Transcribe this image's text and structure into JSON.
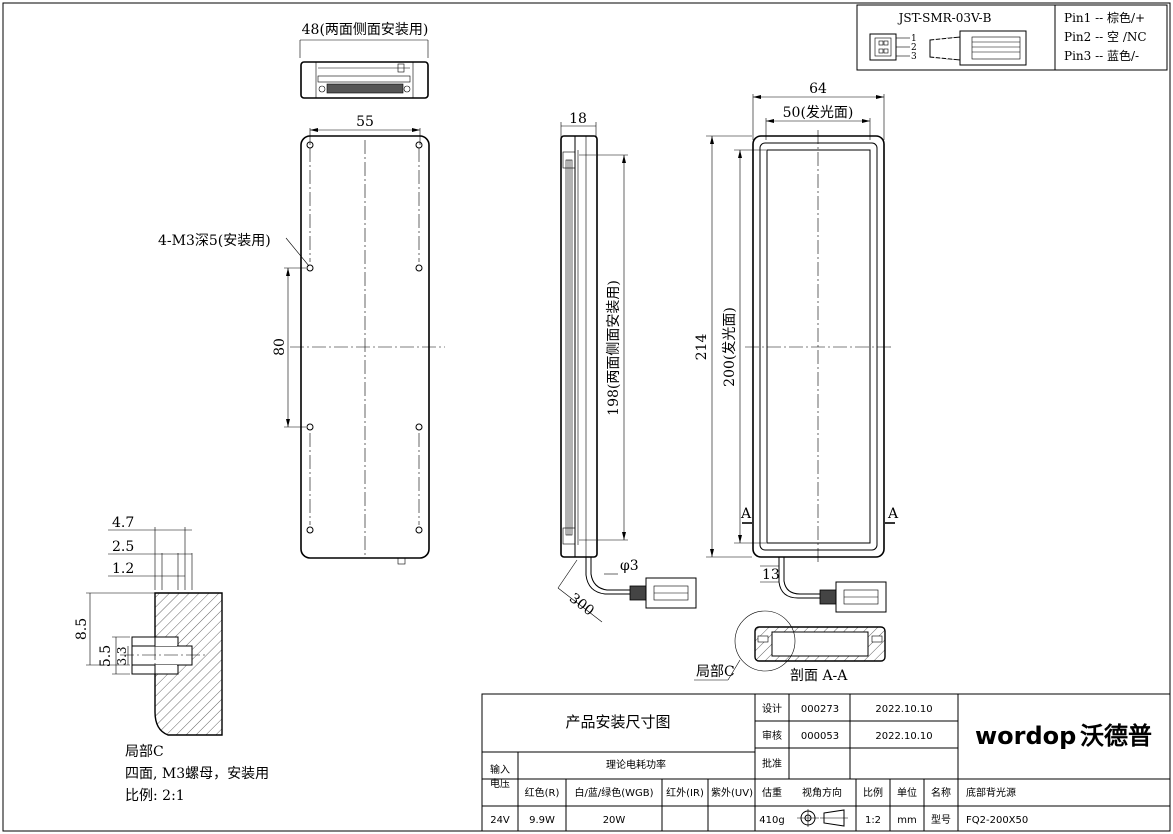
{
  "connector": {
    "model": "JST-SMR-03V-B",
    "pin_numbers": [
      "1",
      "2",
      "3"
    ],
    "pins": [
      "Pin1 -- 棕色/+",
      "Pin2 -- 空 /NC",
      "Pin3 -- 蓝色/-"
    ]
  },
  "dims": {
    "top_width": "48(两面侧面安装用)",
    "front_width": "55",
    "hole_spacing": "80",
    "mount_holes": "4-M3深5(安装用)",
    "side_depth": "18",
    "side_length": "198(两面侧面安装用)",
    "cable_dia": "φ3",
    "cable_len": "300",
    "back_width": "64",
    "emit_width": "50(发光面)",
    "total_length": "214",
    "emit_length": "200(发光面)",
    "cable_offset": "13",
    "section_mark": "A",
    "section_label": "剖面 A-A",
    "detail_ref": "局部C"
  },
  "detail": {
    "d1": "4.7",
    "d2": "2.5",
    "d3": "1.2",
    "d4": "8.5",
    "d5": "5.5",
    "d6": "3.3",
    "title": "局部C",
    "desc": "四面, M3螺母，安装用",
    "scale": "比例:  2:1"
  },
  "title_block": {
    "title": "产品安装尺寸图",
    "design_label": "设计",
    "design_no": "000273",
    "design_date": "2022.10.10",
    "review_label": "审核",
    "review_no": "000053",
    "review_date": "2022.10.10",
    "approve_label": "批准",
    "logo_text": "wordop",
    "logo_cn": "沃德普",
    "input_label_1": "输入",
    "input_label_2": "电压",
    "power_label": "理论电耗功率",
    "col_red": "红色(R)",
    "col_wgb": "白/蓝/绿色(WGB)",
    "col_ir": "红外(IR)",
    "col_uv": "紫外(UV)",
    "weight_label": "估重",
    "view_label": "视角方向",
    "scale_label": "比例",
    "unit_label": "单位",
    "name_label": "名称",
    "name_value": "底部背光源",
    "voltage": "24V",
    "red_power": "9.9W",
    "wgb_power": "20W",
    "weight": "410g",
    "scale_value": "1:2",
    "unit": "mm",
    "model_label": "型号",
    "model": "FQ2-200X50"
  }
}
